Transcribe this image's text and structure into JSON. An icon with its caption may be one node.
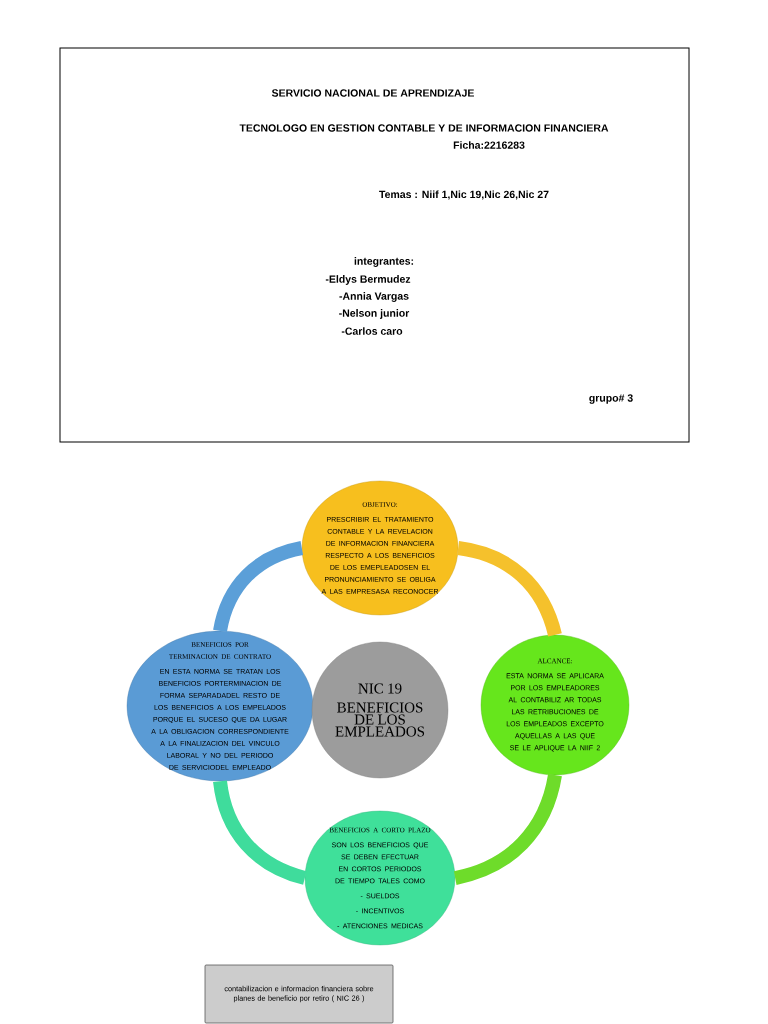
{
  "diagram": {
    "nodes": [
      {
        "text": [
          "SERVICIO NACIONAL DE APRENDIZAJE",
          "TECNOLOGO EN GESTION CONTABLE Y DE INFORMACION FINANCIERA",
          "Ficha:2216283",
          "Temas : Niif 1,Nic 19,Nic 26,Nic 27",
          "integrantes:",
          "-Eldys Bermudez",
          "-Annia Vargas",
          "-Nelson junior",
          "-Carlos caro",
          "grupo# 3"
        ]
      },
      {
        "text": [
          "OBJETIVO:",
          "PRESCRIBIR EL TRATAMIENTO CONTABLE Y LA REVELACION DE INFORMACION FINANCIERA RESPECTO A LOS BENEFICIOS DE LOS EMEPLEADOSEN EL PRONUNCIAMIENTO SE OBLIGA A LAS EMPRESASA RECONOCER"
        ]
      },
      {
        "text": [
          "BENEFICIOS POR TERMINACION DE CONTRATO",
          "EN ESTA NORMA SE TRATAN LOS BENEFICIOS PORTERMINACION DE FORMA SEPARADADEL RESTO DE LOS BENEFICIOS A LOS EMPELADOS PORQUE EL SUCESO QUE DA LUGAR A LA OBLIGACION CORRESPONDIENTE A LA FINALIZACION DEL VINCULO LABORAL Y NO DEL PERIODO DE SERVICIODEL EMPLEADO"
        ]
      },
      {
        "text": [
          "NIC 19",
          "BENEFICIOS DE LOS EMPLEADOS"
        ]
      },
      {
        "text": [
          "ALCANCE:",
          "ESTA NORMA SE APLICARA POR LOS EMPLEADORES AL CONTABILIZ AR TODAS LAS RETRIBUCIONES DE LOS EMPLEADOS EXCEPTO AQUELLAS A LAS QUE SE LE APLIQUE LA NIIF 2"
        ]
      },
      {
        "text": [
          "BENEFICIOS  A CORTO PLAZO",
          "SON LOS BENEFICIOS QUE SE DEBEN EFECTUAR EN CORTOS PERIODOS DE TIEMPO TALES COMO",
          "- SUELDOS",
          "- INCENTIVOS",
          "- ATENCIONES MEDICAS"
        ]
      },
      {
        "text": [
          "contabilizacion e informacion financiera sobre planes de beneficio por retiro ( NIC 26 )"
        ]
      }
    ],
    "edges": [
      {
        "from": 1,
        "to": 4,
        "arrow": "none",
        "color": "#f5c12c"
      },
      {
        "from": 4,
        "to": 5,
        "arrow": "none",
        "color": "#6edc2a"
      },
      {
        "from": 5,
        "to": 2,
        "arrow": "none",
        "color": "#3fdc9c"
      },
      {
        "from": 2,
        "to": 1,
        "arrow": "none",
        "color": "#5b9fd8"
      }
    ]
  }
}
